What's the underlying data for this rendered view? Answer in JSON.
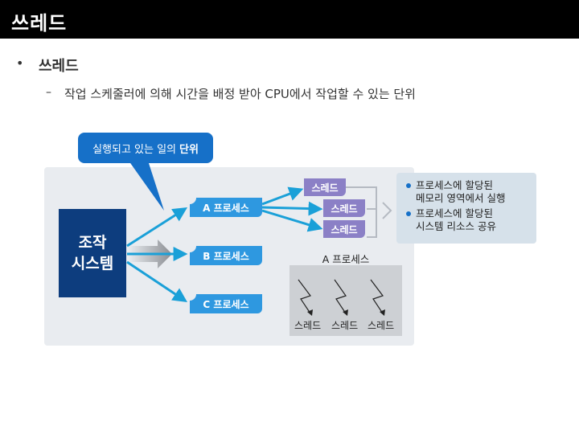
{
  "slide": {
    "title": "쓰레드",
    "bullet_symbol": "•",
    "bullet_1": "쓰레드",
    "dash_symbol": "–",
    "bullet_2": "작업 스케줄러에 의해 시간을 배정 받아 CPU에서 작업할 수 있는 단위"
  },
  "diagram": {
    "callout_text": "실행되고 있는 일의",
    "callout_bold": "단위",
    "os_line1": "조작",
    "os_line2": "시스템",
    "processes": [
      "A 프로세스",
      "B 프로세스",
      "C 프로세스"
    ],
    "threads": [
      "스레드",
      "스레드",
      "스레드"
    ],
    "info_items": [
      [
        "프로세스에 할당된",
        "메모리 영역에서 실행"
      ],
      [
        "프로세스에 할당된",
        "시스템 리소스 공유"
      ]
    ],
    "a_process_label": "A 프로세스",
    "thread_labels": [
      "스레드",
      "스레드",
      "스레드"
    ],
    "colors": {
      "callout": "#1670c8",
      "os_box": "#0d3d7e",
      "process": "#2e98e0",
      "thread": "#8b80c6",
      "arrow": "#1aa0d8"
    }
  }
}
